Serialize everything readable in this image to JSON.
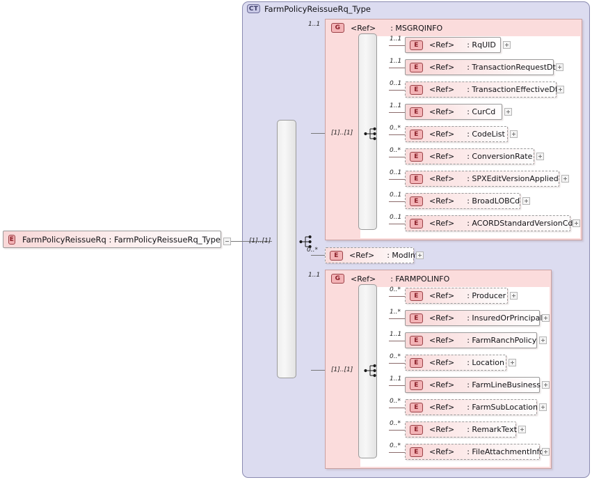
{
  "diagram": {
    "kind": "xsd-schema-diagram",
    "root_element": {
      "icon": "E",
      "label": "FarmPolicyReissueRq : FarmPolicyReissueRq_Type",
      "expander": "minus-icon"
    },
    "complex_type": {
      "icon": "CT",
      "title": "FarmPolicyReissueRq_Type",
      "sequence_cardinality": "[1]..[1]"
    },
    "groups": [
      {
        "icon": "G",
        "ref": "<Ref>",
        "name": ": MSGRQINFO",
        "cardinality": "1..1",
        "sequence_cardinality": "[1]..[1]",
        "elements": [
          {
            "icon": "E",
            "ref": "<Ref>",
            "name": ": RqUID",
            "cardinality": "1..1",
            "required": true
          },
          {
            "icon": "E",
            "ref": "<Ref>",
            "name": ": TransactionRequestDt",
            "cardinality": "1..1",
            "required": true
          },
          {
            "icon": "E",
            "ref": "<Ref>",
            "name": ": TransactionEffectiveDt",
            "cardinality": "0..1",
            "required": false
          },
          {
            "icon": "E",
            "ref": "<Ref>",
            "name": ": CurCd",
            "cardinality": "1..1",
            "required": true
          },
          {
            "icon": "E",
            "ref": "<Ref>",
            "name": ": CodeList",
            "cardinality": "0..*",
            "required": false
          },
          {
            "icon": "E",
            "ref": "<Ref>",
            "name": ": ConversionRate",
            "cardinality": "0..*",
            "required": false
          },
          {
            "icon": "E",
            "ref": "<Ref>",
            "name": ": SPXEditVersionApplied",
            "cardinality": "0..1",
            "required": false
          },
          {
            "icon": "E",
            "ref": "<Ref>",
            "name": ": BroadLOBCd",
            "cardinality": "0..1",
            "required": false
          },
          {
            "icon": "E",
            "ref": "<Ref>",
            "name": ": ACORDStandardVersionCd",
            "cardinality": "0..1",
            "required": false
          }
        ]
      },
      {
        "icon": "G",
        "ref": "<Ref>",
        "name": ": FARMPOLINFO",
        "cardinality": "1..1",
        "sequence_cardinality": "[1]..[1]",
        "elements": [
          {
            "icon": "E",
            "ref": "<Ref>",
            "name": ": Producer",
            "cardinality": "0..*",
            "required": false
          },
          {
            "icon": "E",
            "ref": "<Ref>",
            "name": ": InsuredOrPrincipal",
            "cardinality": "1..*",
            "required": true
          },
          {
            "icon": "E",
            "ref": "<Ref>",
            "name": ": FarmRanchPolicy",
            "cardinality": "1..1",
            "required": true
          },
          {
            "icon": "E",
            "ref": "<Ref>",
            "name": ": Location",
            "cardinality": "0..*",
            "required": false
          },
          {
            "icon": "E",
            "ref": "<Ref>",
            "name": ": FarmLineBusiness",
            "cardinality": "1..1",
            "required": true
          },
          {
            "icon": "E",
            "ref": "<Ref>",
            "name": ": FarmSubLocation",
            "cardinality": "0..*",
            "required": false
          },
          {
            "icon": "E",
            "ref": "<Ref>",
            "name": ": RemarkText",
            "cardinality": "0..*",
            "required": false
          },
          {
            "icon": "E",
            "ref": "<Ref>",
            "name": ": FileAttachmentInfo",
            "cardinality": "0..*",
            "required": false
          }
        ]
      }
    ],
    "standalone_elements": [
      {
        "icon": "E",
        "ref": "<Ref>",
        "name": ": ModInfo",
        "cardinality": "0..*",
        "required": false
      }
    ],
    "colors": {
      "complex_type_fill": "#dcdcf0",
      "complex_type_border": "#8a8ab0",
      "group_fill": "#fbdcdc",
      "group_border": "#c9a0a0",
      "element_fill_start": "#f8d7d7",
      "element_fill_end": "#ffffff",
      "element_border": "#9a9a9a",
      "badge_fill": "#f3b3b6",
      "badge_border": "#9a4046",
      "connector_line": "#8a6a6a",
      "page_background": "#ffffff"
    }
  }
}
